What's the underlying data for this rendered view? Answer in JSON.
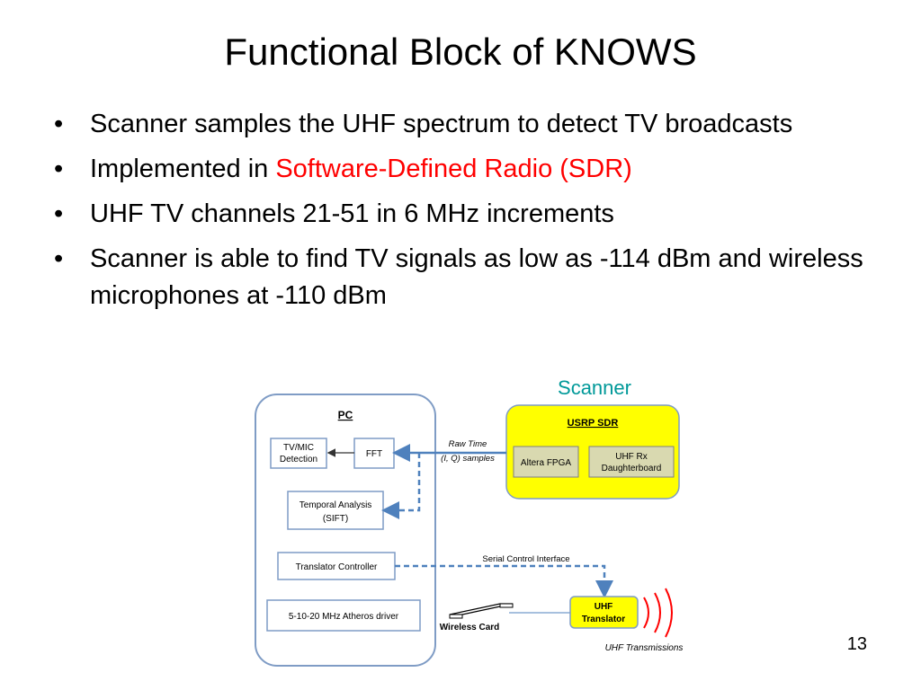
{
  "slide": {
    "title": "Functional Block of KNOWS",
    "bullets": [
      {
        "text": "Scanner samples the UHF spectrum to detect TV broadcasts"
      },
      {
        "prefix": "Implemented in ",
        "highlight": "Software-Defined Radio (SDR)"
      },
      {
        "text": "UHF TV channels 21-51 in 6 MHz increments"
      },
      {
        "text": "Scanner is able to find TV signals as low as -114 dBm and wireless microphones at -110 dBm"
      }
    ],
    "bullet_glyph": "•",
    "page_number": "13"
  },
  "diagram": {
    "scanner_label": "Scanner",
    "pc": {
      "title": "PC",
      "tv_mic_line1": "TV/MIC",
      "tv_mic_line2": "Detection",
      "fft": "FFT",
      "temporal_line1": "Temporal Analysis",
      "temporal_line2": "(SIFT)",
      "translator_controller": "Translator Controller",
      "driver": "5-10-20 MHz Atheros driver"
    },
    "usrp": {
      "title": "USRP SDR",
      "fpga": "Altera FPGA",
      "rx_line1": "UHF Rx",
      "rx_line2": "Daughterboard"
    },
    "raw_time_line1": "Raw Time",
    "raw_time_line2": "(I, Q) samples",
    "serial_control": "Serial Control Interface",
    "wireless_card": "Wireless Card",
    "uhf_translator_line1": "UHF",
    "uhf_translator_line2": "Translator",
    "uhf_transmissions": "UHF Transmissions",
    "colors": {
      "pc_border": "#7f9cc5",
      "usrp_fill": "#ffff00",
      "arrow": "#4f81bd",
      "signal_waves": "#ff0000",
      "scanner_label": "#009999"
    }
  }
}
